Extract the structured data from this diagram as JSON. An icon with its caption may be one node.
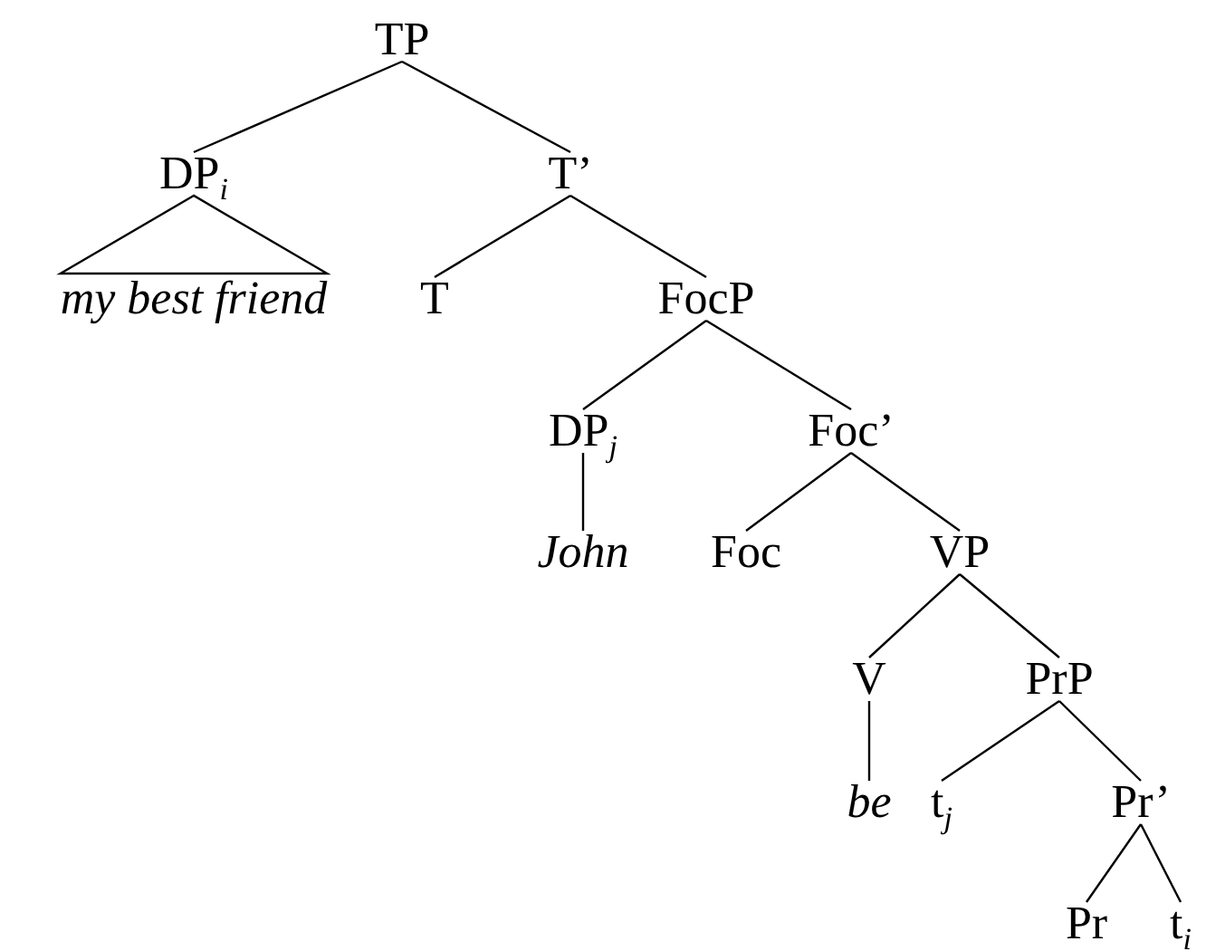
{
  "diagram": {
    "nodes": [
      {
        "text": [
          "TP"
        ]
      },
      {
        "text": [
          "DP$_{i}$"
        ]
      },
      {
        "text": [
          "T’"
        ]
      },
      {
        "text": [
          "*my best friend*"
        ]
      },
      {
        "text": [
          "T"
        ]
      },
      {
        "text": [
          "FocP"
        ]
      },
      {
        "text": [
          "DP$_{j}$"
        ]
      },
      {
        "text": [
          "Foc’"
        ]
      },
      {
        "text": [
          "*John*"
        ]
      },
      {
        "text": [
          "Foc"
        ]
      },
      {
        "text": [
          "VP"
        ]
      },
      {
        "text": [
          "V"
        ]
      },
      {
        "text": [
          "PrP"
        ]
      },
      {
        "text": [
          "*be*"
        ]
      },
      {
        "text": [
          "t$_{j}$"
        ]
      },
      {
        "text": [
          "Pr’"
        ]
      },
      {
        "text": [
          "Pr"
        ]
      },
      {
        "text": [
          "t$_{i}$"
        ]
      }
    ],
    "edges": [
      {
        "from": 0,
        "to": 1,
        "arrow": "none"
      },
      {
        "from": 0,
        "to": 2,
        "arrow": "none"
      },
      {
        "from": 1,
        "to": 3,
        "arrow": "none"
      },
      {
        "from": 2,
        "to": 4,
        "arrow": "none"
      },
      {
        "from": 2,
        "to": 5,
        "arrow": "none"
      },
      {
        "from": 5,
        "to": 6,
        "arrow": "none"
      },
      {
        "from": 5,
        "to": 7,
        "arrow": "none"
      },
      {
        "from": 6,
        "to": 8,
        "arrow": "none"
      },
      {
        "from": 7,
        "to": 9,
        "arrow": "none"
      },
      {
        "from": 7,
        "to": 10,
        "arrow": "none"
      },
      {
        "from": 10,
        "to": 11,
        "arrow": "none"
      },
      {
        "from": 10,
        "to": 12,
        "arrow": "none"
      },
      {
        "from": 11,
        "to": 13,
        "arrow": "none"
      },
      {
        "from": 12,
        "to": 14,
        "arrow": "none"
      },
      {
        "from": 12,
        "to": 15,
        "arrow": "none"
      },
      {
        "from": 15,
        "to": 16,
        "arrow": "none"
      },
      {
        "from": 15,
        "to": 17,
        "arrow": "none"
      }
    ]
  }
}
